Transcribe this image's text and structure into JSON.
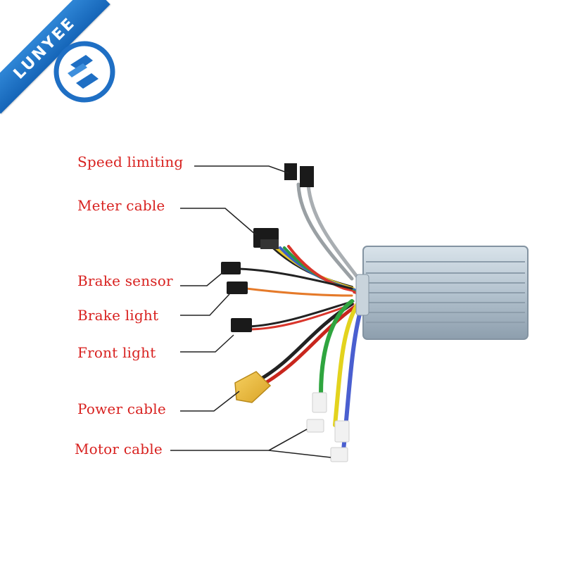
{
  "brand": {
    "name": "LUNYEE",
    "logo_icon": "lunyee-logo-icon",
    "color": "#1f6fc4"
  },
  "labels": {
    "speed_limiting": "Speed limiting",
    "meter_cable": "Meter cable",
    "brake_sensor": "Brake sensor",
    "brake_light": "Brake light",
    "front_light": "Front light",
    "power_cable": "Power cable",
    "motor_cable": "Motor cable"
  },
  "colors": {
    "label_text": "#d8211f",
    "controller_body": "#b9c7d2",
    "leader_line": "#222222"
  }
}
